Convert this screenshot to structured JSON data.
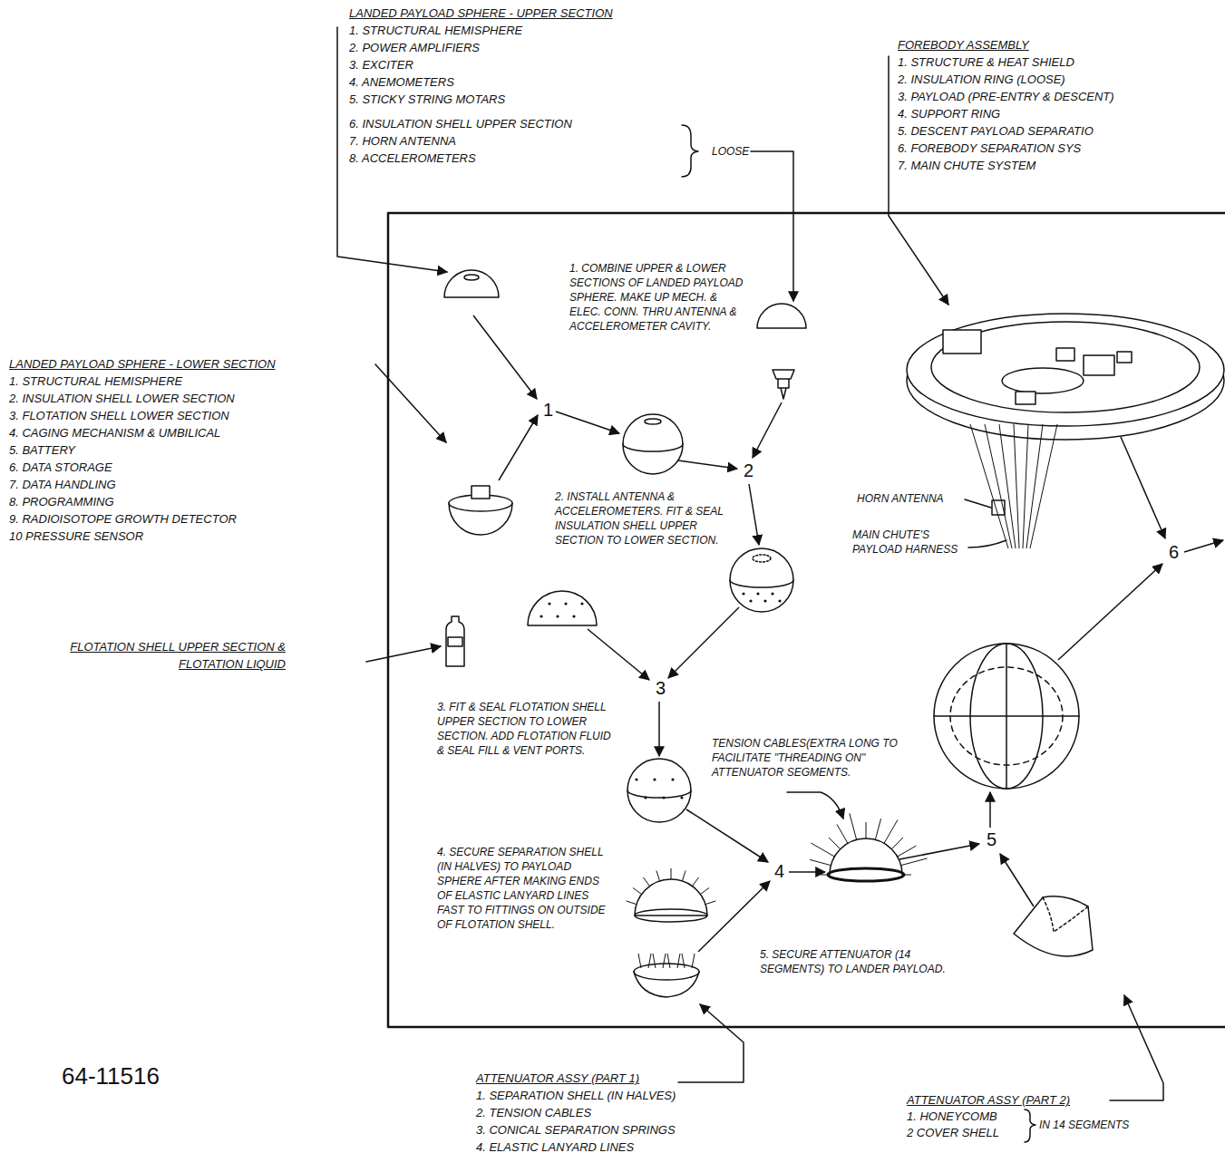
{
  "diagram": {
    "nodes": [
      {
        "text": [
          "LANDED PAYLOAD SPHERE - UPPER SECTION",
          "1. STRUCTURAL HEMISPHERE",
          "2. POWER AMPLIFIERS",
          "3. EXCITER",
          "4. ANEMOMETERS",
          "5. STICKY STRING MOTARS",
          "6. INSULATION SHELL UPPER SECTION",
          "7. HORN ANTENNA",
          "8. ACCELEROMETERS"
        ]
      },
      {
        "text": [
          "FOREBODY ASSEMBLY",
          "1. STRUCTURE & HEAT SHIELD",
          "2. INSULATION RING (LOOSE)",
          "3. PAYLOAD (PRE-ENTRY & DESCENT)",
          "4. SUPPORT RING",
          "5. DESCENT PAYLOAD SEPARATIO",
          "6. FOREBODY SEPARATION SYS",
          "7. MAIN CHUTE SYSTEM"
        ]
      },
      {
        "text": [
          "LANDED PAYLOAD SPHERE - LOWER SECTION",
          "1. STRUCTURAL HEMISPHERE",
          "2. INSULATION SHELL LOWER SECTION",
          "3. FLOTATION SHELL LOWER SECTION",
          "4. CAGING MECHANISM & UMBILICAL",
          "5. BATTERY",
          "6. DATA STORAGE",
          "7. DATA HANDLING",
          "8. PROGRAMMING",
          "9. RADIOISOTOPE GROWTH DETECTOR",
          "10 PRESSURE SENSOR"
        ]
      },
      {
        "text": [
          "FLOTATION SHELL UPPER SECTION & FLOTATION LIQUID"
        ]
      },
      {
        "text": [
          "ATTENUATOR ASSY (PART 1)",
          "1. SEPARATION SHELL (IN HALVES)",
          "2. TENSION CABLES",
          "3. CONICAL SEPARATION SPRINGS",
          "4. ELASTIC LANYARD LINES"
        ]
      },
      {
        "text": [
          "ATTENUATOR ASSY (PART 2)",
          "1. HONEYCOMB",
          "2 COVER SHELL"
        ]
      }
    ],
    "labels": [
      "1. COMBINE UPPER & LOWER SECTIONS OF LANDED PAYLOAD SPHERE. MAKE UP MECH. & ELEC. CONN. THRU ANTENNA & ACCELEROMETER CAVITY.",
      "2. INSTALL ANTENNA & ACCELEROMETERS. FIT & SEAL INSULATION SHELL UPPER SECTION TO LOWER SECTION.",
      "3. FIT & SEAL FLOTATION SHELL UPPER SECTION TO LOWER SECTION. ADD FLOTATION FLUID & SEAL FILL & VENT PORTS.",
      "4. SECURE SEPARATION SHELL (IN HALVES) TO PAYLOAD SPHERE AFTER MAKING ENDS OF ELASTIC LANYARD LINES FAST TO FITTINGS ON OUTSIDE OF FLOTATION SHELL.",
      "5. SECURE ATTENUATOR (14 SEGMENTS) TO LANDER PAYLOAD.",
      "TENSION CABLES(EXTRA LONG TO FACILITATE \"THREADING ON\" ATTENUATOR SEGMENTS.",
      "HORN ANTENNA",
      "MAIN CHUTE'S PAYLOAD HARNESS",
      "LOOSE",
      "IN 14 SEGMENTS",
      "1",
      "2",
      "3",
      "4",
      "5",
      "6",
      "64-11516"
    ]
  }
}
